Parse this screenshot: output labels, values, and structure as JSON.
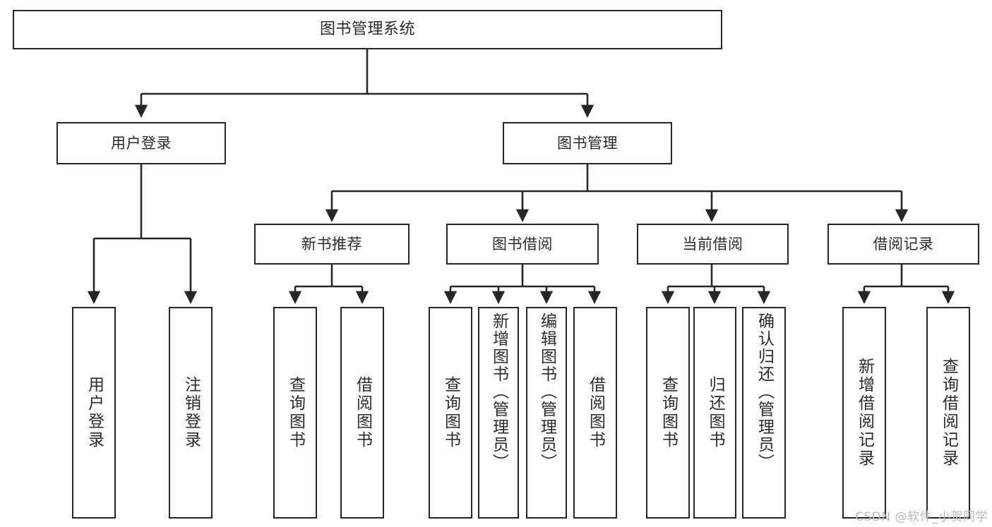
{
  "diagram": {
    "title": "图书管理系统",
    "type": "tree",
    "nodes": {
      "root": {
        "label": "图书管理系统"
      },
      "level1": [
        {
          "id": "user-login",
          "label": "用户登录"
        },
        {
          "id": "book-manage",
          "label": "图书管理"
        }
      ],
      "level2": [
        {
          "id": "new-book-rec",
          "label": "新书推荐"
        },
        {
          "id": "book-borrow",
          "label": "图书借阅"
        },
        {
          "id": "current-borrow",
          "label": "当前借阅"
        },
        {
          "id": "borrow-record",
          "label": "借阅记录"
        }
      ],
      "leaves": {
        "user-login": [
          {
            "id": "leaf-user-login",
            "label": "用户登录"
          },
          {
            "id": "leaf-logout-login",
            "label": "注销登录"
          }
        ],
        "new-book-rec": [
          {
            "id": "leaf-query-book-1",
            "label": "查询图书"
          },
          {
            "id": "leaf-borrow-book-1",
            "label": "借阅图书"
          }
        ],
        "book-borrow": [
          {
            "id": "leaf-query-book-2",
            "label": "查询图书"
          },
          {
            "id": "leaf-add-book-admin",
            "label": "新增图书（管理员）"
          },
          {
            "id": "leaf-edit-book-admin",
            "label": "编辑图书（管理员）"
          },
          {
            "id": "leaf-borrow-book-2",
            "label": "借阅图书"
          }
        ],
        "current-borrow": [
          {
            "id": "leaf-query-book-3",
            "label": "查询图书"
          },
          {
            "id": "leaf-return-book",
            "label": "归还图书"
          },
          {
            "id": "leaf-confirm-return-admin",
            "label": "确认归还（管理员）"
          }
        ],
        "borrow-record": [
          {
            "id": "leaf-add-borrow-record",
            "label": "新增借阅记录"
          },
          {
            "id": "leaf-query-borrow-record",
            "label": "查询借阅记录"
          }
        ]
      }
    },
    "colors": {
      "border": "#262626",
      "text": "#2b2b2b",
      "background": "#ffffff",
      "connector": "#262626",
      "watermark": "#b9b9b9"
    }
  },
  "watermark": {
    "text": "CSDN @软件_小贺同学"
  }
}
